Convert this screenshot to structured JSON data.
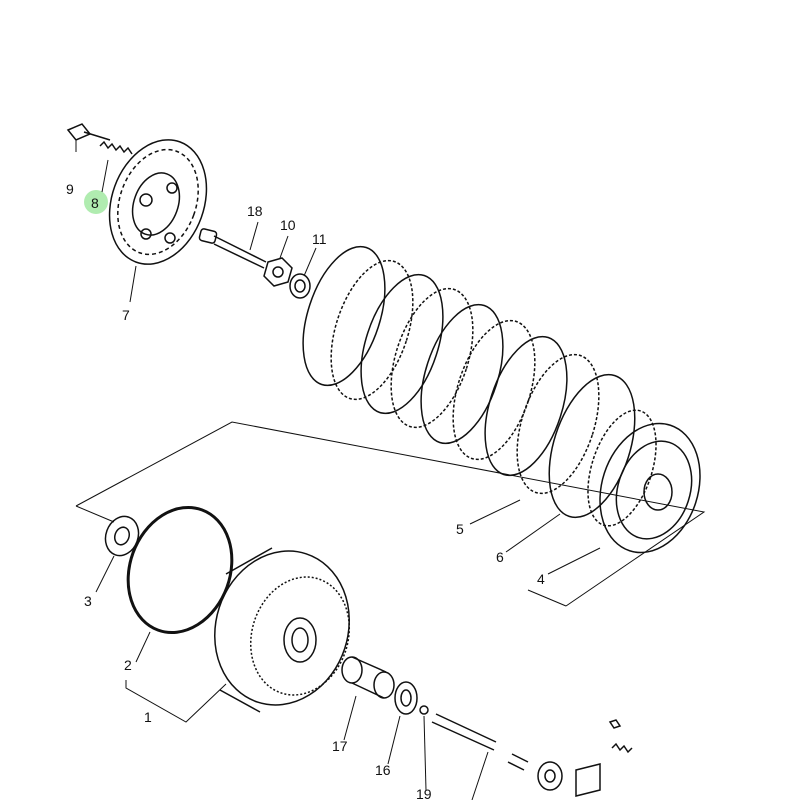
{
  "colors": {
    "ink": "#111111",
    "background": "#ffffff",
    "highlight": "#7be07b"
  },
  "parts": {
    "p1": "1",
    "p2": "2",
    "p3": "3",
    "p4": "4",
    "p5": "5",
    "p6": "6",
    "p7": "7",
    "p8": "8",
    "p9": "9",
    "p10": "10",
    "p11": "11",
    "p16": "16",
    "p17": "17",
    "p18": "18",
    "p19": "19"
  },
  "highlighted_part": "8"
}
